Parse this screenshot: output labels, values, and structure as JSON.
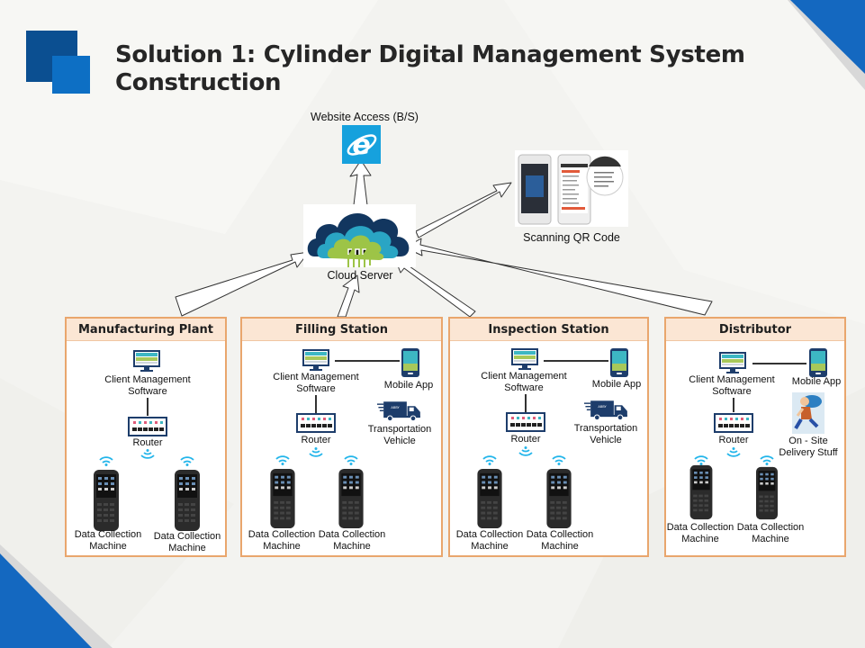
{
  "slide": {
    "title_line1": "Solution 1: Cylinder Digital Management System",
    "title_line2": "Construction",
    "accent_colors": {
      "dark_blue": "#0b4f91",
      "blue": "#0d6fc4",
      "corner_blue": "#1468c0",
      "panel_border": "#e9a66d",
      "panel_header": "#fbe6d4"
    }
  },
  "top": {
    "website_access_label": "Website Access (B/S)",
    "website_icon": "internet-explorer-icon",
    "cloud_label": "Cloud Server",
    "cloud_icon": "cloud-server-icon",
    "qr_label": "Scanning QR Code",
    "qr_icon": "phone-screenshots-icon"
  },
  "panels": [
    {
      "title": "Manufacturing Plant",
      "client_label_1": "Client Management",
      "client_label_2": "Software",
      "router_label": "Router",
      "devices": [
        {
          "line1": "Data Collection",
          "line2": "Machine"
        },
        {
          "line1": "Data Collection",
          "line2": "Machine"
        }
      ]
    },
    {
      "title": "Filling Station",
      "client_label_1": "Client Management",
      "client_label_2": "Software",
      "router_label": "Router",
      "mobile_label": "Mobile App",
      "extra_label_1": "Transportation",
      "extra_label_2": "Vehicle",
      "devices": [
        {
          "line1": "Data Collection",
          "line2": "Machine"
        },
        {
          "line1": "Data Collection",
          "line2": "Machine"
        }
      ]
    },
    {
      "title": "Inspection Station",
      "client_label_1": "Client Management",
      "client_label_2": "Software",
      "router_label": "Router",
      "mobile_label": "Mobile App",
      "extra_label_1": "Transportation",
      "extra_label_2": "Vehicle",
      "devices": [
        {
          "line1": "Data Collection",
          "line2": "Machine"
        },
        {
          "line1": "Data Collection",
          "line2": "Machine"
        }
      ]
    },
    {
      "title": "Distributor",
      "client_label_1": "Client Management",
      "client_label_2": "Software",
      "router_label": "Router",
      "mobile_label": "Mobile App",
      "extra_label_1": "On - Site",
      "extra_label_2": "Delivery Stuff",
      "devices": [
        {
          "line1": "Data Collection",
          "line2": "Machine"
        },
        {
          "line1": "Data Collection",
          "line2": "Machine"
        }
      ]
    }
  ]
}
